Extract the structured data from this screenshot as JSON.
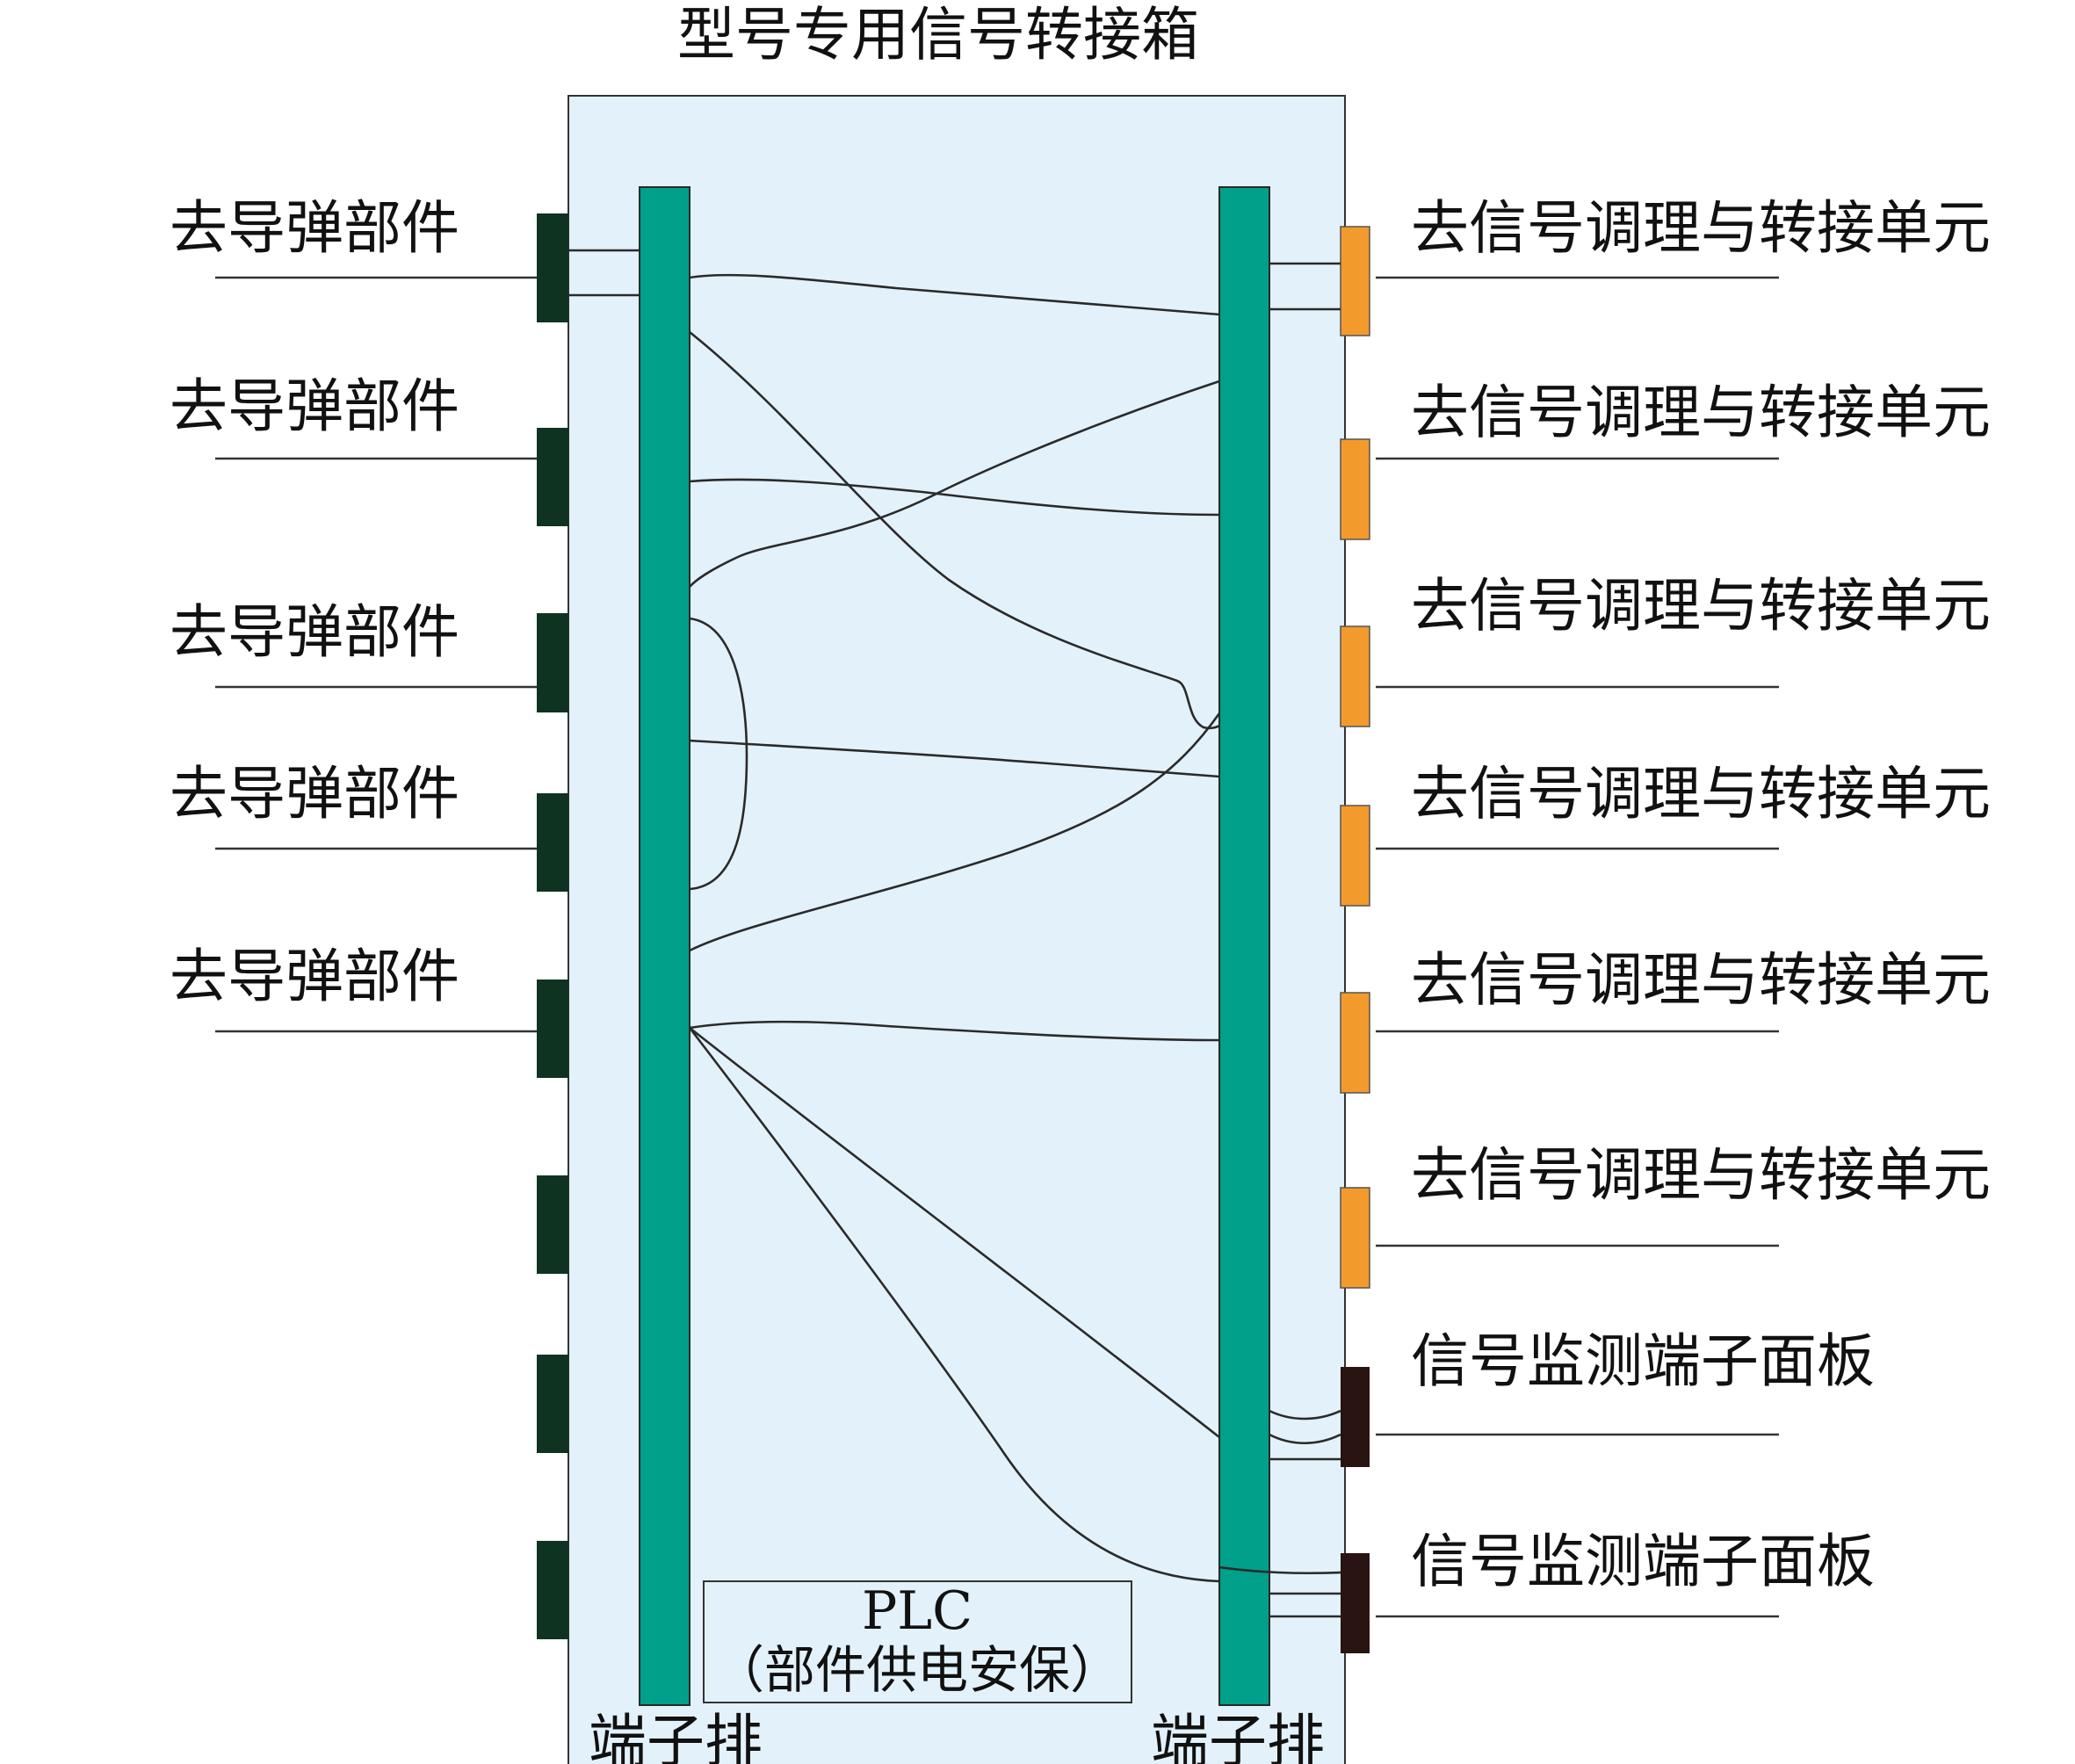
{
  "title": "型号专用信号转接箱",
  "left_labels": [
    "去导弹部件",
    "去导弹部件",
    "去导弹部件",
    "去导弹部件",
    "去导弹部件"
  ],
  "right_labels": [
    "去信号调理与转接单元",
    "去信号调理与转接单元",
    "去信号调理与转接单元",
    "去信号调理与转接单元",
    "去信号调理与转接单元",
    "去信号调理与转接单元",
    "信号监测端子面板",
    "信号监测端子面板"
  ],
  "terminal_strip_left_label": "端子排",
  "terminal_strip_right_label": "端子排",
  "plc": {
    "line1": "PLC",
    "line2": "（部件供电安保）"
  },
  "colors": {
    "box_fill": "#e3f1fa",
    "terminal_strip": "#00a08a",
    "left_connector": "#0f3321",
    "right_connector_orange": "#f39a2c",
    "right_connector_dark": "#2a1412"
  }
}
